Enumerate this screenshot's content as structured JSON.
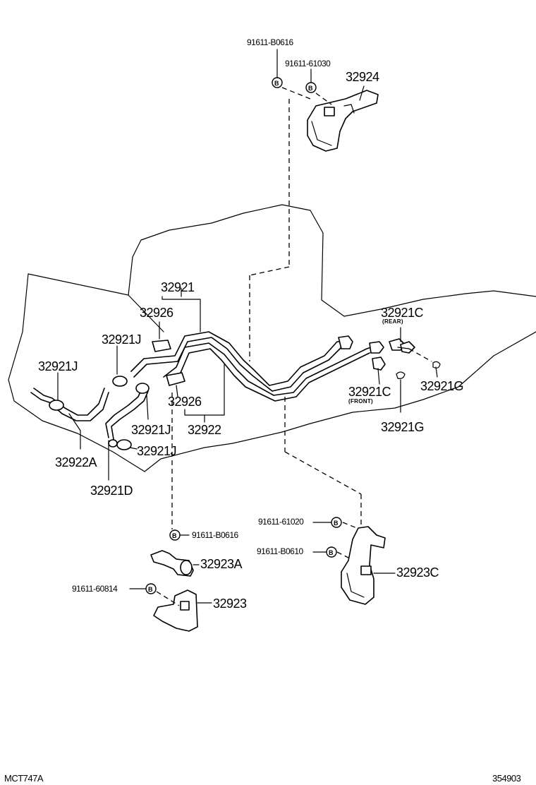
{
  "parts": {
    "p91611_B0616_top": "91611-B0616",
    "p91611_61030": "91611-61030",
    "p32924": "32924",
    "p32921": "32921",
    "p32926_top": "32926",
    "p32921J_a": "32921J",
    "p32921J_b": "32921J",
    "p32921C_rear": "32921C",
    "rear_note": "(REAR)",
    "p32921C_front": "32921C",
    "front_note": "(FRONT)",
    "p32921G_a": "32921G",
    "p32921G_b": "32921G",
    "p32926_bottom": "32926",
    "p32921J_c": "32921J",
    "p32921J_d": "32921J",
    "p32922": "32922",
    "p32922A": "32922A",
    "p32921D": "32921D",
    "p91611_61020": "91611-61020",
    "p91611_B0610": "91611-B0610",
    "p32923C": "32923C",
    "p91611_B0616_bottom": "91611-B0616",
    "p32923A": "32923A",
    "p91611_60814": "91611-60814",
    "p32923": "32923"
  },
  "bolt_symbol": "B",
  "footer": {
    "diagram_code": "MCT747A",
    "catalog_number": "354903"
  }
}
